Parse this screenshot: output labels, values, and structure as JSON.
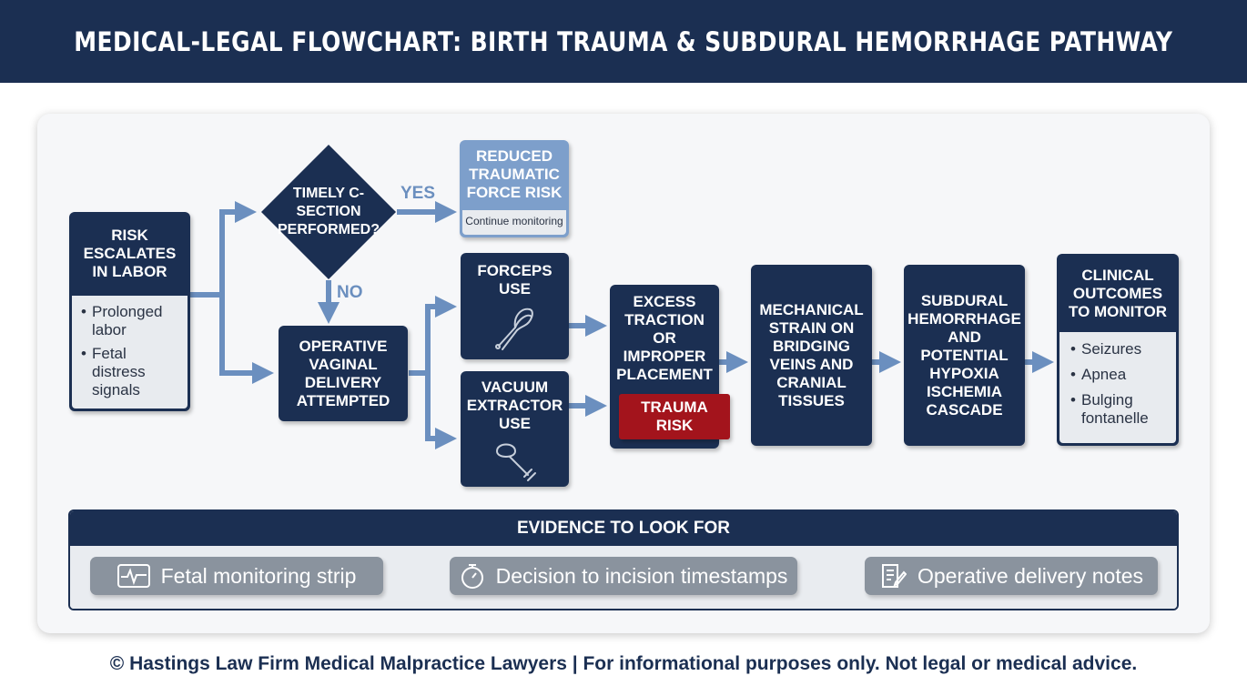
{
  "title": "MEDICAL-LEGAL FLOWCHART: BIRTH TRAUMA & SUBDURAL HEMORRHAGE PATHWAY",
  "risk": {
    "title": "RISK ESCALATES IN LABOR",
    "items": [
      "Prolonged labor",
      "Fetal distress signals"
    ]
  },
  "decision": {
    "question": "TIMELY C-SECTION PERFORMED?",
    "yes_label": "YES",
    "no_label": "NO"
  },
  "reduced": {
    "title": "REDUCED TRAUMATIC FORCE RISK",
    "note": "Continue monitoring"
  },
  "operative": {
    "title": "OPERATIVE VAGINAL DELIVERY ATTEMPTED"
  },
  "forceps": {
    "title": "FORCEPS USE",
    "icon": "forceps-icon"
  },
  "vacuum": {
    "title": "VACUUM EXTRACTOR USE",
    "icon": "vacuum-extractor-icon"
  },
  "traction": {
    "title": "EXCESS TRACTION OR IMPROPER PLACEMENT",
    "badge": "TRAUMA RISK"
  },
  "strain": {
    "title": "MECHANICAL STRAIN ON BRIDGING VEINS AND CRANIAL TISSUES"
  },
  "hemorrhage": {
    "title": "SUBDURAL HEMORRHAGE AND POTENTIAL HYPOXIA ISCHEMIA CASCADE"
  },
  "outcomes": {
    "title": "CLINICAL OUTCOMES TO MONITOR",
    "items": [
      "Seizures",
      "Apnea",
      "Bulging fontanelle"
    ]
  },
  "evidence": {
    "heading": "EVIDENCE TO LOOK FOR",
    "items": [
      {
        "label": "Fetal monitoring strip",
        "icon": "heart-monitor-icon"
      },
      {
        "label": "Decision to incision timestamps",
        "icon": "stopwatch-icon"
      },
      {
        "label": "Operative delivery notes",
        "icon": "notes-icon"
      }
    ]
  },
  "footer": "© Hastings Law Firm Medical Malpractice Lawyers | For informational purposes only. Not legal or medical advice.",
  "colors": {
    "navy": "#1b2f52",
    "arrow": "#6b8fbf",
    "light_blue_box": "#7d9fcb",
    "trauma_red": "#a3141c",
    "pill_gray": "#8a939e"
  }
}
